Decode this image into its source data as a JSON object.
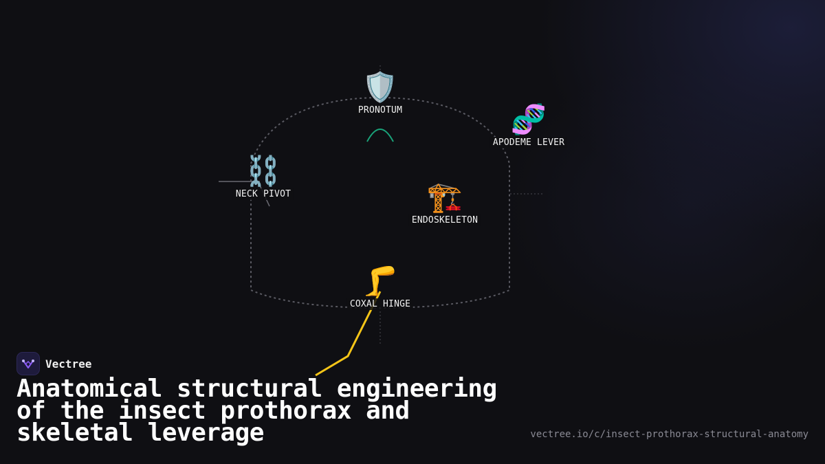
{
  "brand": {
    "name": "Vectree",
    "logo_icon": "branch-logo-icon",
    "logo_color": "#8b5cf6"
  },
  "title": "Anatomical structural engineering of the insect prothorax and skeletal leverage",
  "url": "vectree.io/c/insect-prothorax-structural-anatomy",
  "nodes": {
    "pronotum": {
      "label": "PRONOTUM",
      "icon": "shield-icon",
      "glyph": "🛡️"
    },
    "apodeme_lever": {
      "label": "APODEME LEVER",
      "icon": "dna-icon",
      "glyph": "🧬"
    },
    "neck_pivot": {
      "label": "NECK PIVOT",
      "icon": "chain-icon",
      "glyph": "⛓️"
    },
    "endoskeleton": {
      "label": "ENDOSKELETON",
      "icon": "crane-icon",
      "glyph": "🏗️"
    },
    "coxal_hinge": {
      "label": "COXAL HINGE",
      "icon": "leg-icon",
      "glyph": "🦵"
    }
  },
  "colors": {
    "background": "#0f0f13",
    "outline": "#5a5a62",
    "arch": "#1aa37a",
    "lever": "#f5c518",
    "url": "#8a8a94"
  }
}
